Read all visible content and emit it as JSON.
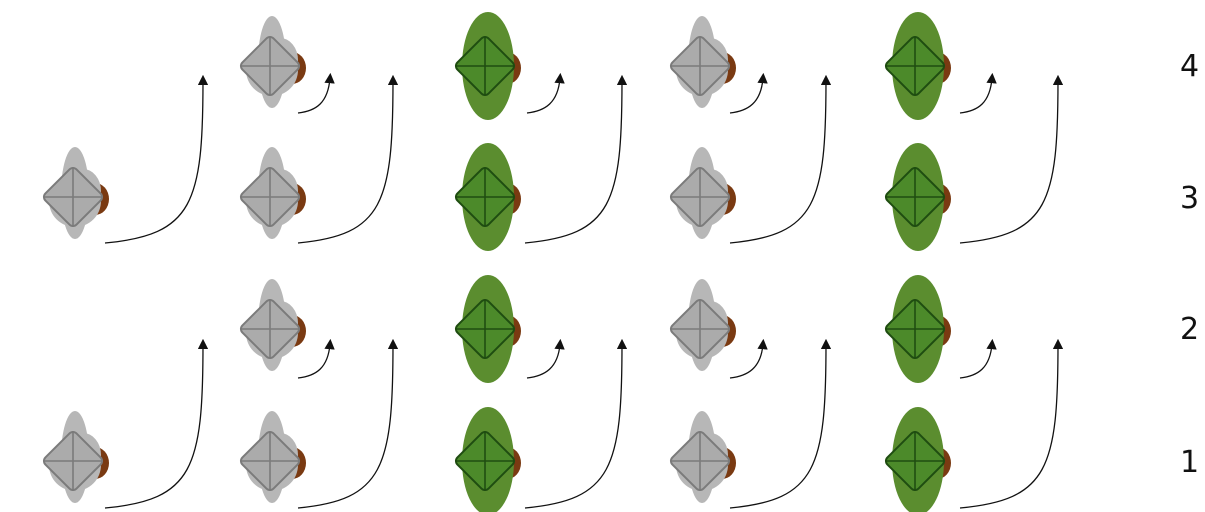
{
  "row_labels": [
    "4",
    "3",
    "2",
    "1"
  ],
  "rows": [
    {
      "label": "4",
      "cells": [
        "empty",
        "gray",
        "green",
        "gray",
        "green"
      ]
    },
    {
      "label": "3",
      "cells": [
        "gray",
        "gray",
        "green",
        "gray",
        "green"
      ]
    },
    {
      "label": "2",
      "cells": [
        "empty",
        "gray",
        "green",
        "gray",
        "green"
      ]
    },
    {
      "label": "1",
      "cells": [
        "gray",
        "gray",
        "green",
        "gray",
        "green"
      ]
    }
  ],
  "colors": {
    "gray_body": "#b7b7b7",
    "gray_diamond_fill": "#ababab",
    "gray_diamond_stroke": "#7b7b7b",
    "green_body": "#5b8d2f",
    "green_diamond_fill": "#4c8a2a",
    "green_diamond_stroke": "#1f4d11",
    "brown": "#7a3a12",
    "arrow": "#111111"
  }
}
